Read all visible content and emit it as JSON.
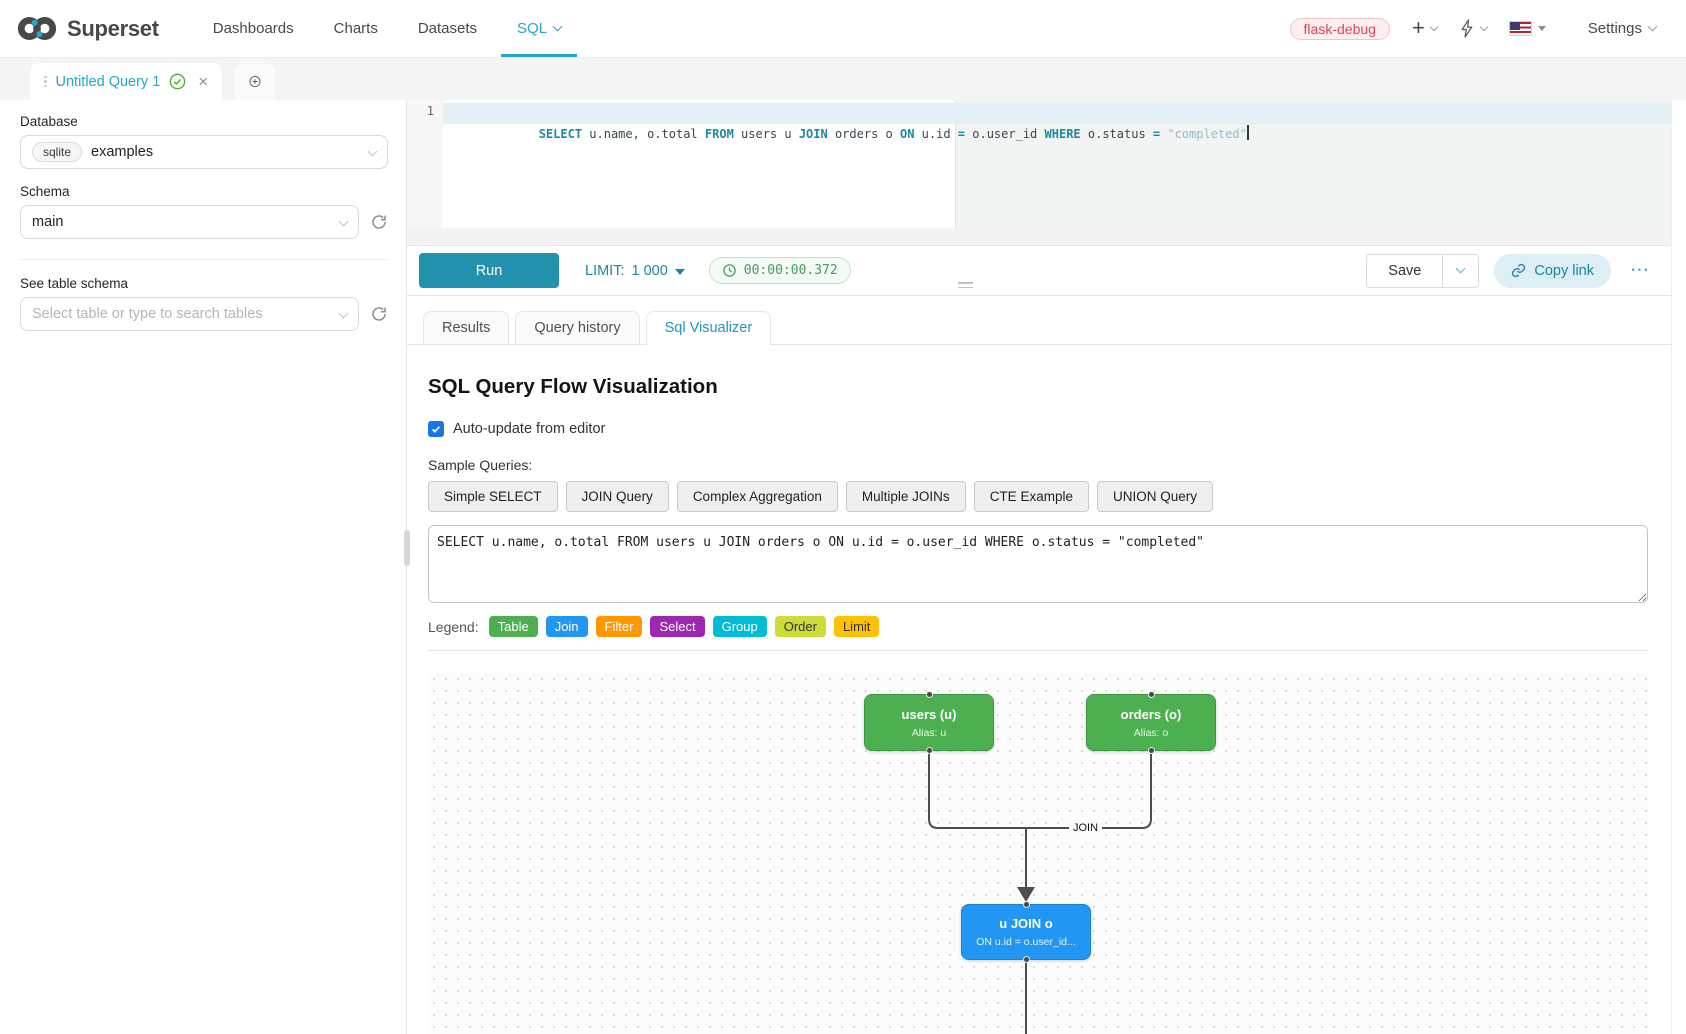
{
  "colors": {
    "accent": "#20a7c9",
    "run_button": "#2191ae",
    "keyword": "#1b8aa5",
    "timer_green": "#459b60",
    "env_red": "#e04355"
  },
  "navbar": {
    "brand": "Superset",
    "menu": [
      {
        "label": "Dashboards"
      },
      {
        "label": "Charts"
      },
      {
        "label": "Datasets"
      },
      {
        "label": "SQL",
        "active": true
      }
    ],
    "env_badge": "flask-debug",
    "settings_label": "Settings"
  },
  "icons": {
    "plus": "+",
    "more": "⋯",
    "close": "×"
  },
  "tabs": {
    "active_tab": "Untitled Query 1"
  },
  "sidebar": {
    "database_label": "Database",
    "database_engine": "sqlite",
    "database_value": "examples",
    "schema_label": "Schema",
    "schema_value": "main",
    "table_label": "See table schema",
    "table_placeholder": "Select table or type to search tables"
  },
  "editor": {
    "line_number": "1",
    "tokens": [
      {
        "text": "SELECT",
        "color": "#1b8aa5",
        "weight": "700"
      },
      {
        "text": " u.name, o.total ",
        "color": "#37474f",
        "weight": "400"
      },
      {
        "text": "FROM",
        "color": "#1b8aa5",
        "weight": "700"
      },
      {
        "text": " users u ",
        "color": "#37474f",
        "weight": "400"
      },
      {
        "text": "JOIN",
        "color": "#1b8aa5",
        "weight": "700"
      },
      {
        "text": " orders o ",
        "color": "#37474f",
        "weight": "400"
      },
      {
        "text": "ON",
        "color": "#1b8aa5",
        "weight": "700"
      },
      {
        "text": " u.id ",
        "color": "#37474f",
        "weight": "400"
      },
      {
        "text": "=",
        "color": "#1b8aa5",
        "weight": "700"
      },
      {
        "text": " o.user_id ",
        "color": "#37474f",
        "weight": "400"
      },
      {
        "text": "WHERE",
        "color": "#1b8aa5",
        "weight": "700"
      },
      {
        "text": " o.status ",
        "color": "#37474f",
        "weight": "400"
      },
      {
        "text": "=",
        "color": "#1b8aa5",
        "weight": "700"
      },
      {
        "text": " ",
        "color": "#37474f",
        "weight": "400"
      },
      {
        "text": "\"completed\"",
        "color": "#8fbfca",
        "weight": "400"
      }
    ]
  },
  "toolbar": {
    "run_label": "Run",
    "limit_label": "LIMIT:",
    "limit_value": "1 000",
    "timer": "00:00:00.372",
    "save_label": "Save",
    "copy_link_label": "Copy link"
  },
  "south_tabs": [
    {
      "label": "Results"
    },
    {
      "label": "Query history"
    },
    {
      "label": "Sql Visualizer",
      "active": true
    }
  ],
  "visualizer": {
    "title": "SQL Query Flow Visualization",
    "auto_update_label": "Auto-update from editor",
    "auto_update_checked": true,
    "sample_queries_label": "Sample Queries:",
    "sample_buttons": [
      "Simple SELECT",
      "JOIN Query",
      "Complex Aggregation",
      "Multiple JOINs",
      "CTE Example",
      "UNION Query"
    ],
    "query_text": "SELECT u.name, o.total FROM users u JOIN orders o ON u.id = o.user_id WHERE o.status = \"completed\"",
    "legend_label": "Legend:",
    "legend": [
      {
        "label": "Table",
        "color": "#4CAF50",
        "text_color": "#ffffff"
      },
      {
        "label": "Join",
        "color": "#2196F3",
        "text_color": "#ffffff"
      },
      {
        "label": "Filter",
        "color": "#FF9800",
        "text_color": "#ffffff"
      },
      {
        "label": "Select",
        "color": "#9C27B0",
        "text_color": "#ffffff"
      },
      {
        "label": "Group",
        "color": "#00BCD4",
        "text_color": "#ffffff"
      },
      {
        "label": "Order",
        "color": "#CDDC39",
        "text_color": "#333333"
      },
      {
        "label": "Limit",
        "color": "#FFC107",
        "text_color": "#333333"
      }
    ],
    "flow": {
      "nodes": [
        {
          "id": "users",
          "title": "users (u)",
          "subtitle": "Alias: u",
          "color": "#4CAF50"
        },
        {
          "id": "orders",
          "title": "orders (o)",
          "subtitle": "Alias: o",
          "color": "#4CAF50"
        },
        {
          "id": "join",
          "title": "u JOIN o",
          "subtitle": "ON u.id = o.user_id...",
          "color": "#2196F3"
        }
      ],
      "edge_label": "JOIN"
    }
  }
}
